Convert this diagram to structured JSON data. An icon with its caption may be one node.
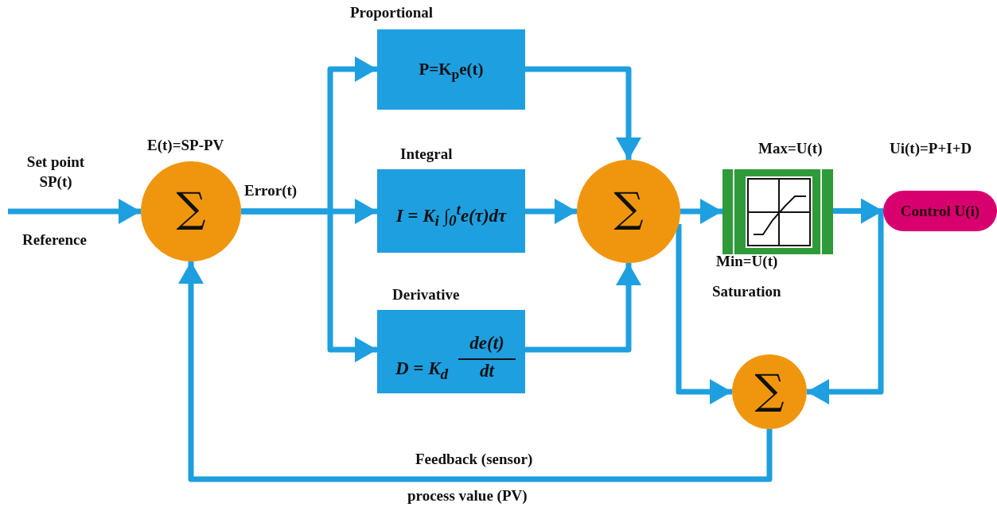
{
  "diagram": {
    "nodes": [
      {
        "text": [
          "E(t)=SP-PV",
          "∑"
        ]
      },
      {
        "text": [
          "Proportional",
          "P=K$_{p}$e(t)"
        ]
      },
      {
        "text": [
          "Integral",
          "I = K$_{i}$ ∫$_{0}$$^{t}$e(τ)dτ"
        ]
      },
      {
        "text": [
          "Derivative",
          "D = K$_{d}$",
          "de(t)",
          "dt"
        ]
      },
      {
        "text": [
          "∑"
        ]
      },
      {
        "text": [
          "Max=U(t)",
          "Min=U(t)",
          "Saturation"
        ]
      },
      {
        "text": [
          "Control U(i)"
        ],
        "beside": [
          "Ui(t)=P+I+D"
        ]
      },
      {
        "text": [
          "∑"
        ]
      }
    ],
    "edges": [
      {
        "from": null,
        "to": 0,
        "arrow": "to"
      },
      {
        "from": 0,
        "to": 1,
        "arrow": "to"
      },
      {
        "from": 0,
        "to": 2,
        "arrow": "to"
      },
      {
        "from": 0,
        "to": 3,
        "arrow": "to"
      },
      {
        "from": 1,
        "to": 4,
        "arrow": "to"
      },
      {
        "from": 2,
        "to": 4,
        "arrow": "to"
      },
      {
        "from": 3,
        "to": 4,
        "arrow": "to"
      },
      {
        "from": 4,
        "to": 5,
        "arrow": "to"
      },
      {
        "from": 5,
        "to": 6,
        "arrow": "to"
      },
      {
        "from": 4,
        "to": 7,
        "arrow": "to"
      },
      {
        "from": 6,
        "to": 7,
        "arrow": "to"
      },
      {
        "from": 7,
        "to": 0,
        "arrow": "to"
      }
    ],
    "labels": [
      "Set point SP(t)",
      "Reference",
      "Error(t)",
      "Feedback (sensor)",
      "process value (PV)"
    ]
  }
}
